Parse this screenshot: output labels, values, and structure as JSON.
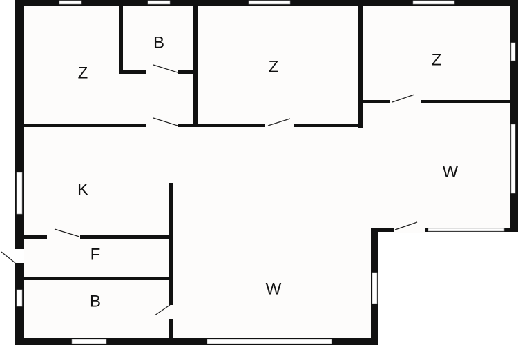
{
  "title": "Floor plan",
  "rooms": [
    {
      "id": "bedroom-1",
      "label": "Z"
    },
    {
      "id": "bathroom-1",
      "label": "B"
    },
    {
      "id": "bedroom-2",
      "label": "Z"
    },
    {
      "id": "bedroom-3",
      "label": "Z"
    },
    {
      "id": "kitchen",
      "label": "K"
    },
    {
      "id": "living-1",
      "label": "W"
    },
    {
      "id": "utility",
      "label": "F"
    },
    {
      "id": "bathroom-2",
      "label": "B"
    },
    {
      "id": "living-2",
      "label": "W"
    }
  ],
  "colors": {
    "wall": "#111111",
    "floor": "#fdfcfb",
    "window": "#ffffff"
  }
}
